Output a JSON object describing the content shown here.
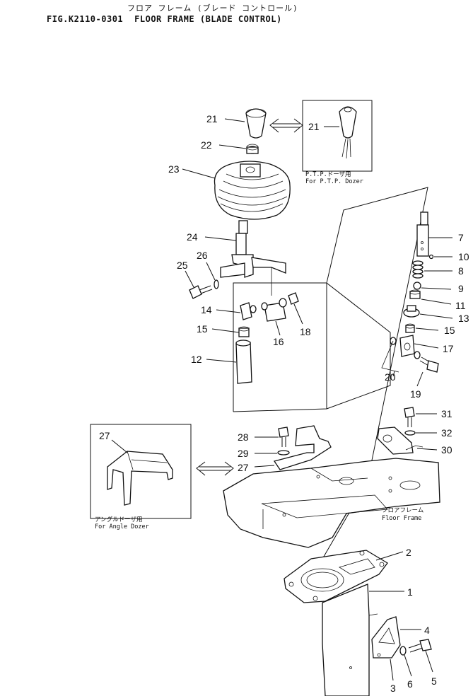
{
  "header": {
    "title_jp": "フロア フレーム (ブレード コントロール)",
    "fig_number": "FIG.K2110-0301",
    "title_en": "FLOOR FRAME (BLADE CONTROL)"
  },
  "insets": {
    "ptp_caption_jp": "P.T.P.ドーザ用",
    "ptp_caption_en": "For P.T.P. Dozer",
    "angle_caption_jp": "アングルドーザ用",
    "angle_caption_en": "For Angle Dozer"
  },
  "floor_frame": {
    "label_jp": "フロアフレーム",
    "label_en": "Floor Frame"
  },
  "callouts": {
    "c1": "1",
    "c2": "2",
    "c3": "3",
    "c4": "4",
    "c5": "5",
    "c6": "6",
    "c7": "7",
    "c8": "8",
    "c9": "9",
    "c10": "10",
    "c11": "11",
    "c12": "12",
    "c13": "13",
    "c14": "14",
    "c15a": "15",
    "c15b": "15",
    "c16": "16",
    "c17": "17",
    "c18": "18",
    "c19": "19",
    "c20": "20",
    "c21a": "21",
    "c21b": "21",
    "c22": "22",
    "c23": "23",
    "c24": "24",
    "c25": "25",
    "c26": "26",
    "c27a": "27",
    "c27b": "27",
    "c28": "28",
    "c29": "29",
    "c30": "30",
    "c31": "31",
    "c32": "32"
  }
}
